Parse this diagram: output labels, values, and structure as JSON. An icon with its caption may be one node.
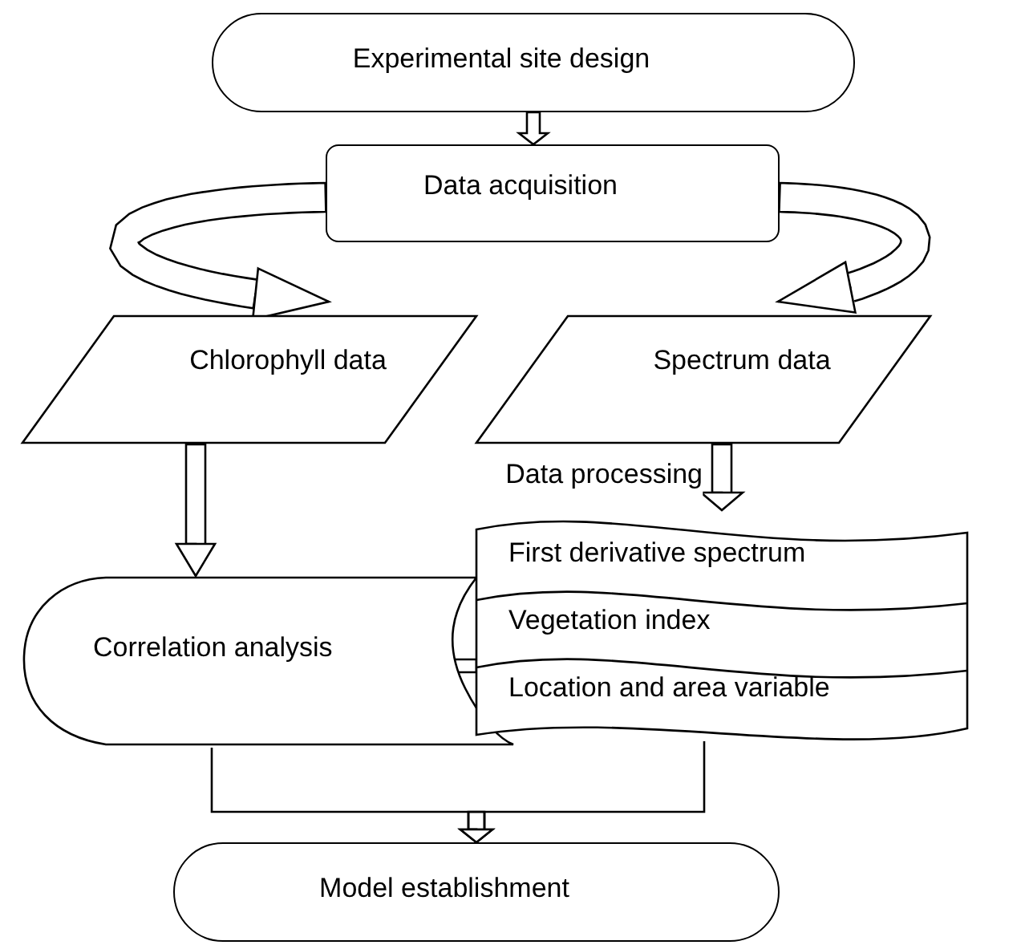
{
  "diagram": {
    "nodes": [
      {
        "text": [
          "Experimental site design"
        ]
      },
      {
        "text": [
          "Data acquisition"
        ]
      },
      {
        "text": [
          "Chlorophyll data"
        ]
      },
      {
        "text": [
          "Spectrum data"
        ]
      },
      {
        "text": [
          "Correlation analysis"
        ]
      },
      {
        "text": [
          "First derivative spectrum",
          "Vegetation index",
          "Location and area variable"
        ]
      },
      {
        "text": [
          "Model establishment"
        ]
      }
    ],
    "edges": [
      {
        "from": 0,
        "to": 1,
        "arrow": "to"
      },
      {
        "from": 1,
        "to": 2,
        "arrow": "to"
      },
      {
        "from": 1,
        "to": 3,
        "arrow": "to"
      },
      {
        "from": 2,
        "to": 4,
        "arrow": "to"
      },
      {
        "from": 3,
        "to": 5,
        "arrow": "to",
        "label": "Data processing"
      },
      {
        "from": 5,
        "to": 4,
        "arrow": "to"
      },
      {
        "from": 4,
        "to": 6,
        "arrow": "to"
      },
      {
        "from": 5,
        "to": 6,
        "arrow": "to"
      }
    ]
  }
}
